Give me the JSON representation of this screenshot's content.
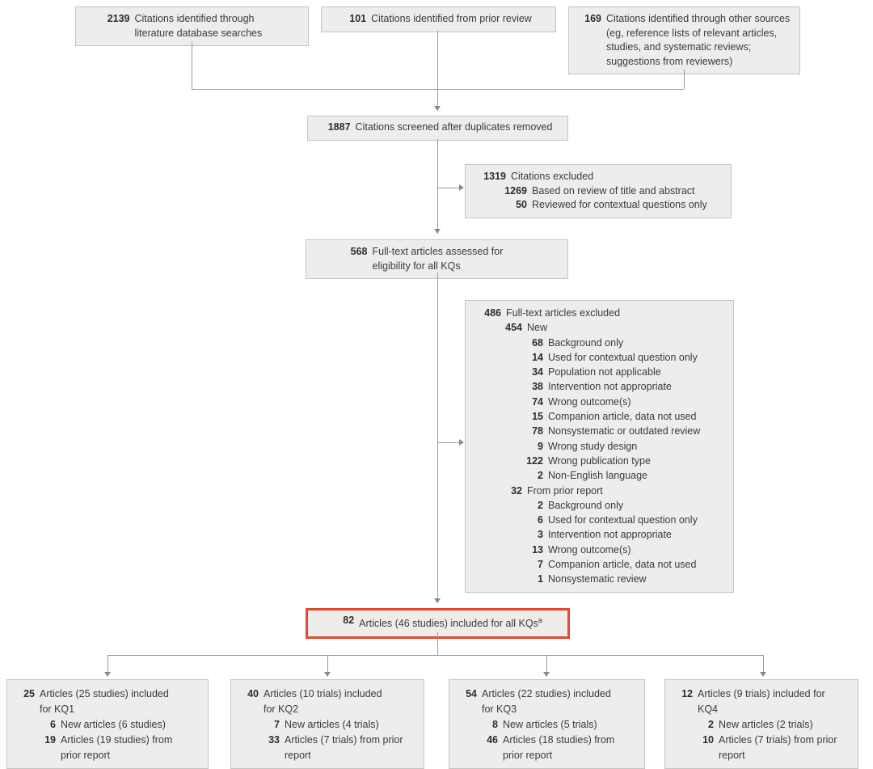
{
  "colors": {
    "box_fill": "#eeedeb",
    "box_border": "#c5c4c1",
    "highlight_border": "#e04b30",
    "connector_line": "#9b9b99",
    "text": "#3a3a3a"
  },
  "boxes": {
    "db_search": {
      "number": "2139",
      "label": "Citations identified through literature database searches"
    },
    "prior_review": {
      "number": "101",
      "label": "Citations identified from prior review"
    },
    "other_sources": {
      "number": "169",
      "label": "Citations identified through other sources (eg, reference lists of relevant articles, studies, and systematic reviews; suggestions from reviewers)"
    },
    "screened": {
      "number": "1887",
      "label": "Citations screened after duplicates removed"
    },
    "citations_excluded": {
      "lines": [
        {
          "num": "1319",
          "text": "Citations excluded",
          "indent": 0
        },
        {
          "num": "1269",
          "text": "Based on review of title and abstract",
          "indent": 1
        },
        {
          "num": "50",
          "text": "Reviewed for contextual questions only",
          "indent": 1
        }
      ]
    },
    "fulltext_assessed": {
      "number": "568",
      "label": "Full-text articles assessed for eligibility for all KQs"
    },
    "fulltext_excluded": {
      "lines": [
        {
          "num": "486",
          "text": "Full-text articles excluded",
          "indent": 0
        },
        {
          "num": "454",
          "text": "New",
          "indent": 1
        },
        {
          "num": "68",
          "text": "Background only",
          "indent": 2
        },
        {
          "num": "14",
          "text": "Used for contextual question only",
          "indent": 2
        },
        {
          "num": "34",
          "text": "Population not applicable",
          "indent": 2
        },
        {
          "num": "38",
          "text": "Intervention not appropriate",
          "indent": 2
        },
        {
          "num": "74",
          "text": "Wrong outcome(s)",
          "indent": 2
        },
        {
          "num": "15",
          "text": "Companion article, data not used",
          "indent": 2
        },
        {
          "num": "78",
          "text": "Nonsystematic or outdated review",
          "indent": 2
        },
        {
          "num": "9",
          "text": "Wrong study design",
          "indent": 2
        },
        {
          "num": "122",
          "text": "Wrong publication type",
          "indent": 2
        },
        {
          "num": "2",
          "text": "Non-English language",
          "indent": 2
        },
        {
          "num": "32",
          "text": "From prior report",
          "indent": 1
        },
        {
          "num": "2",
          "text": "Background only",
          "indent": 2
        },
        {
          "num": "6",
          "text": "Used for contextual question only",
          "indent": 2
        },
        {
          "num": "3",
          "text": "Intervention not appropriate",
          "indent": 2
        },
        {
          "num": "13",
          "text": "Wrong outcome(s)",
          "indent": 2
        },
        {
          "num": "7",
          "text": "Companion article, data not used",
          "indent": 2
        },
        {
          "num": "1",
          "text": "Nonsystematic review",
          "indent": 2
        }
      ]
    },
    "included_all": {
      "number": "82",
      "label": "Articles (46 studies) included for all KQs",
      "superscript": "a"
    },
    "kq1": {
      "lines": [
        {
          "num": "25",
          "text": "Articles (25 studies) included for KQ1",
          "indent": 0
        },
        {
          "num": "6",
          "text": "New articles (6 studies)",
          "indent": 1
        },
        {
          "num": "19",
          "text": "Articles (19 studies) from prior report",
          "indent": 1
        }
      ]
    },
    "kq2": {
      "lines": [
        {
          "num": "40",
          "text": "Articles (10 trials) included for KQ2",
          "indent": 0
        },
        {
          "num": "7",
          "text": "New articles (4 trials)",
          "indent": 1
        },
        {
          "num": "33",
          "text": "Articles (7 trials) from prior report",
          "indent": 1
        }
      ]
    },
    "kq3": {
      "lines": [
        {
          "num": "54",
          "text": "Articles (22 studies) included for KQ3",
          "indent": 0
        },
        {
          "num": "8",
          "text": "New articles (5 trials)",
          "indent": 1
        },
        {
          "num": "46",
          "text": "Articles (18 studies) from prior report",
          "indent": 1
        }
      ]
    },
    "kq4": {
      "lines": [
        {
          "num": "12",
          "text": "Articles (9 trials) included for KQ4",
          "indent": 0
        },
        {
          "num": "2",
          "text": "New articles (2 trials)",
          "indent": 1
        },
        {
          "num": "10",
          "text": "Articles (7 trials) from prior report",
          "indent": 1
        }
      ]
    }
  }
}
